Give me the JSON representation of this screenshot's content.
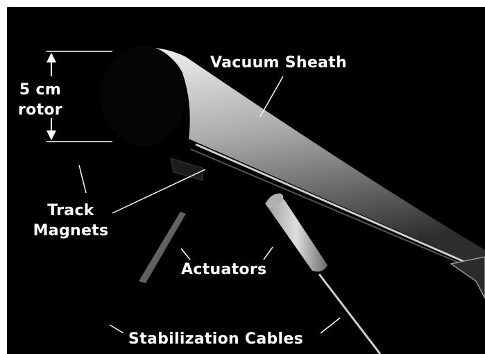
{
  "labels": {
    "rotor_line1": "5 cm",
    "rotor_line2": "rotor",
    "vacuum_sheath": "Vacuum Sheath",
    "track_line1": "Track",
    "track_line2": "Magnets",
    "actuators": "Actuators",
    "stabilization_cables": "Stabilization Cables"
  },
  "colors": {
    "background": "#000000",
    "label": "#ffffff",
    "sheath_light": "#d9d9d9",
    "sheath_dark": "#3a3a3a"
  }
}
